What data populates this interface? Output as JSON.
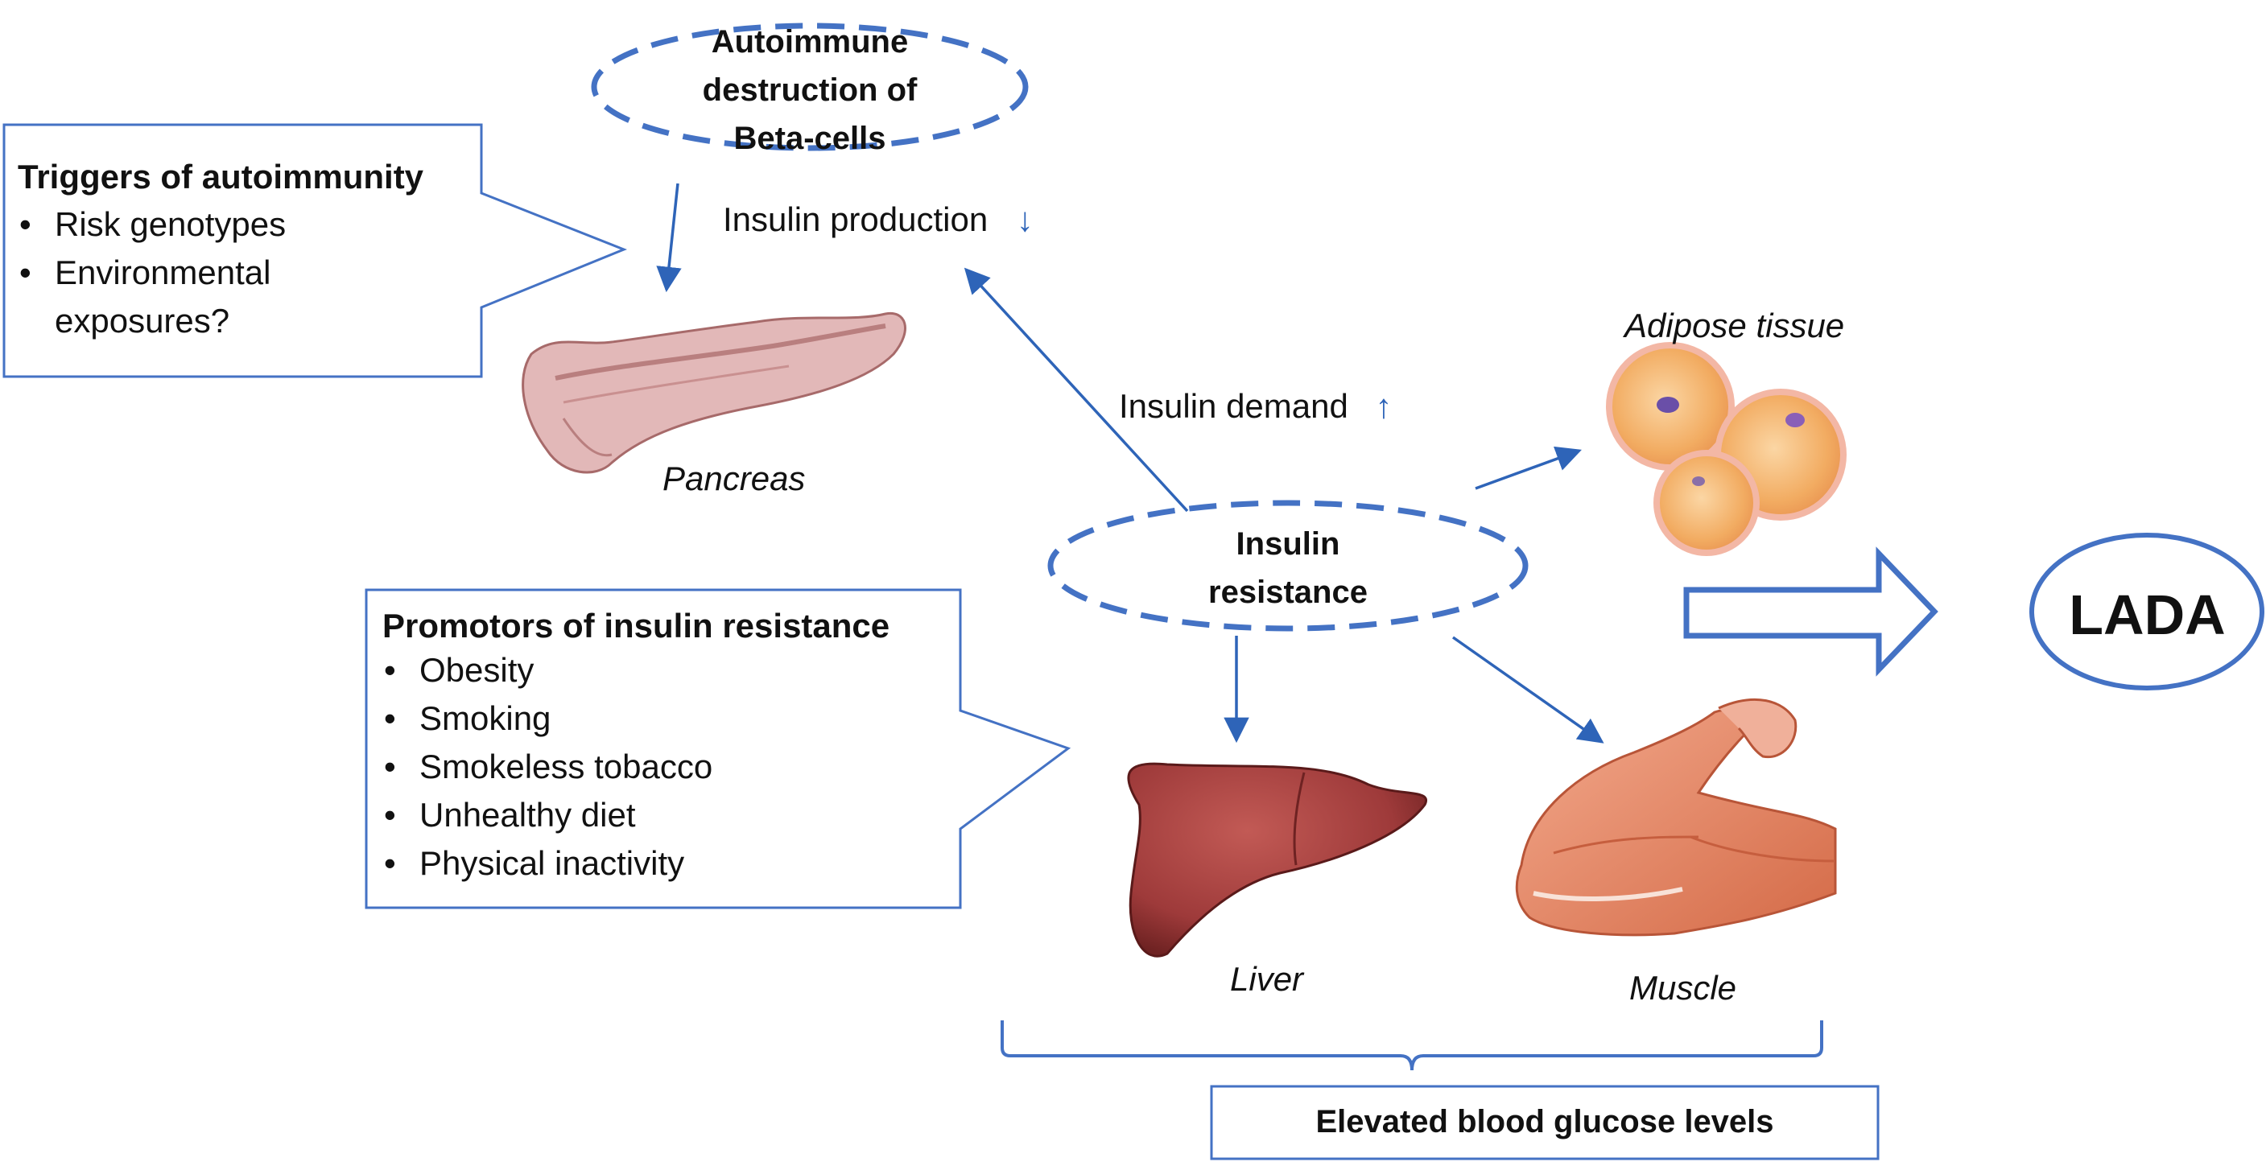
{
  "colors": {
    "line": "#4472c4",
    "arrow": "#2e64b8",
    "pancreas": "#e0b5b5",
    "adipose": "#f4b877",
    "liver": "#9e3a3a",
    "muscle": "#e88a6b"
  },
  "autoimmune": {
    "lines": [
      "Autoimmune",
      "destruction of",
      "Beta-cells"
    ]
  },
  "triggers": {
    "title": "Triggers of autoimmunity",
    "items": [
      "Risk genotypes",
      "Environmental exposures?"
    ]
  },
  "insulin_production": {
    "text": "Insulin production",
    "arrow": "↓"
  },
  "insulin_demand": {
    "text": "Insulin demand",
    "arrow": "↑"
  },
  "pancreas": {
    "label": "Pancreas",
    "icon": "pancreas-illustration"
  },
  "adipose": {
    "label": "Adipose tissue",
    "icon": "adipose-cells-illustration"
  },
  "insulin_resistance": {
    "lines": [
      "Insulin",
      "resistance"
    ]
  },
  "promotors": {
    "title": "Promotors of insulin resistance",
    "items": [
      "Obesity",
      "Smoking",
      "Smokeless tobacco",
      "Unhealthy diet",
      "Physical inactivity"
    ]
  },
  "liver": {
    "label": "Liver",
    "icon": "liver-illustration"
  },
  "muscle": {
    "label": "Muscle",
    "icon": "muscle-arm-illustration"
  },
  "lada": {
    "text": "LADA"
  },
  "glucose": {
    "text": "Elevated blood glucose levels"
  }
}
